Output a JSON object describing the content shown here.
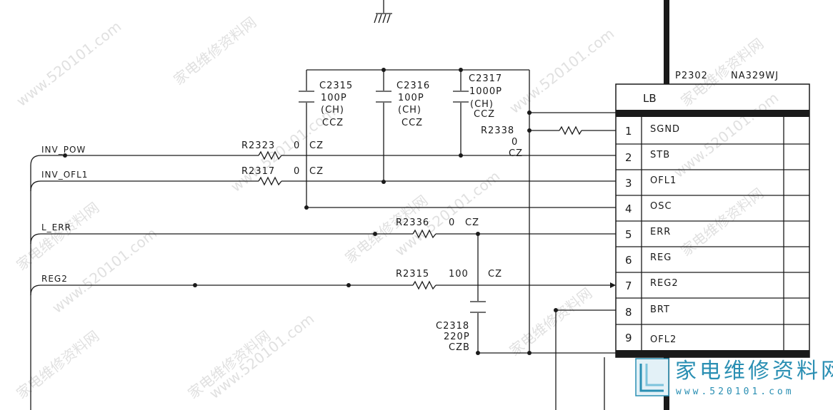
{
  "connector": {
    "ref": "P2302",
    "part": "NA329WJ",
    "title": "LB",
    "pins": [
      {
        "num": "1",
        "name": "SGND"
      },
      {
        "num": "2",
        "name": "STB"
      },
      {
        "num": "3",
        "name": "OFL1"
      },
      {
        "num": "4",
        "name": "OSC"
      },
      {
        "num": "5",
        "name": "ERR"
      },
      {
        "num": "6",
        "name": "REG"
      },
      {
        "num": "7",
        "name": "REG2"
      },
      {
        "num": "8",
        "name": "BRT"
      },
      {
        "num": "9",
        "name": "OFL2"
      }
    ]
  },
  "nets": {
    "inv_pow": "INV_POW",
    "inv_ofl1": "INV_OFL1",
    "l_err": "L_ERR",
    "reg2": "REG2"
  },
  "capacitors": {
    "c2315": {
      "ref": "C2315",
      "value": "100P",
      "type": "(CH)",
      "code": "CCZ"
    },
    "c2316": {
      "ref": "C2316",
      "value": "100P",
      "type": "(CH)",
      "code": "CCZ"
    },
    "c2317": {
      "ref": "C2317",
      "value": "1000P",
      "type": "(CH)",
      "code": "CCZ"
    },
    "c2318": {
      "ref": "C2318",
      "value": "220P",
      "code": "CZB"
    }
  },
  "resistors": {
    "r2323": {
      "ref": "R2323",
      "value": "0",
      "code": "CZ"
    },
    "r2317": {
      "ref": "R2317",
      "value": "0",
      "code": "CZ"
    },
    "r2336": {
      "ref": "R2336",
      "value": "0",
      "code": "CZ"
    },
    "r2315": {
      "ref": "R2315",
      "value": "100",
      "code": "CZ"
    },
    "r2338": {
      "ref": "R2338",
      "value": "0",
      "code": "CZ"
    }
  },
  "watermark": {
    "text": "家电维修资料网",
    "url": "www.520101.com",
    "logo_text": "家电维修资料网",
    "logo_url": "www.520101.com"
  }
}
